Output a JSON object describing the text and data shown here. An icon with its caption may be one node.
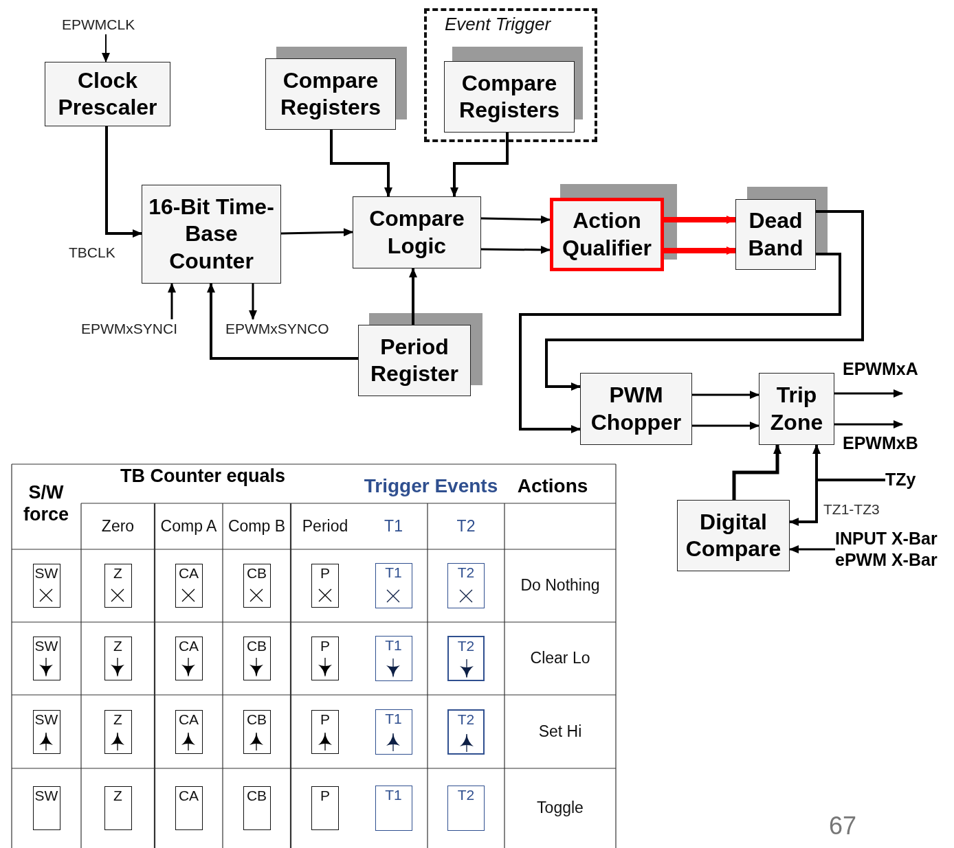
{
  "diagram": {
    "nodes": [
      {
        "text": [
          "EPWMCLK"
        ]
      },
      {
        "text": [
          "Clock Prescaler"
        ]
      },
      {
        "text": [
          "Compare Registers"
        ]
      },
      {
        "text": [
          "Event Trigger"
        ]
      },
      {
        "text": [
          "Compare Registers"
        ],
        "in": 3
      },
      {
        "text": [
          "16-Bit Time-Base Counter"
        ]
      },
      {
        "text": [
          "Compare Logic"
        ]
      },
      {
        "text": [
          "Action Qualifier"
        ]
      },
      {
        "text": [
          "Dead Band"
        ]
      },
      {
        "text": [
          "EPWMxSYNCI"
        ]
      },
      {
        "text": [
          "EPWMxSYNCO"
        ]
      },
      {
        "text": [
          "Period Register"
        ]
      },
      {
        "text": [
          "PWM Chopper"
        ]
      },
      {
        "text": [
          "Trip Zone"
        ]
      },
      {
        "text": [
          "EPWMxA"
        ]
      },
      {
        "text": [
          "EPWMxB"
        ]
      },
      {
        "text": [
          "TZy"
        ]
      },
      {
        "text": [
          "Digital Compare"
        ]
      },
      {
        "text": [
          "INPUT X-Bar ePWM X-Bar"
        ]
      }
    ],
    "edges": [
      {
        "from": 0,
        "to": 1,
        "arrow": "to"
      },
      {
        "from": 1,
        "to": 5,
        "arrow": "to",
        "label": "TBCLK"
      },
      {
        "from": 2,
        "to": 6,
        "arrow": "to"
      },
      {
        "from": 4,
        "to": 6,
        "arrow": "to"
      },
      {
        "from": 5,
        "to": 6,
        "arrow": "to"
      },
      {
        "from": 6,
        "to": 7,
        "arrow": "to"
      },
      {
        "from": 6,
        "to": 7,
        "arrow": "to"
      },
      {
        "from": 7,
        "to": 8,
        "arrow": "to",
        "style": "thick",
        "color": "#ff0000"
      },
      {
        "from": 7,
        "to": 8,
        "arrow": "to",
        "style": "thick",
        "color": "#ff0000"
      },
      {
        "from": 8,
        "to": 12,
        "arrow": "to"
      },
      {
        "from": 8,
        "to": 12,
        "arrow": "to"
      },
      {
        "from": 9,
        "to": 5,
        "arrow": "to"
      },
      {
        "from": 5,
        "to": 10,
        "arrow": "to"
      },
      {
        "from": 11,
        "to": 5,
        "arrow": "to"
      },
      {
        "from": 11,
        "to": 6,
        "arrow": "to"
      },
      {
        "from": 12,
        "to": 13,
        "arrow": "to"
      },
      {
        "from": 12,
        "to": 13,
        "arrow": "to"
      },
      {
        "from": 13,
        "to": 14,
        "arrow": "to"
      },
      {
        "from": 13,
        "to": 15,
        "arrow": "to"
      },
      {
        "from": 17,
        "to": 13,
        "arrow": "to"
      },
      {
        "from": 16,
        "to": 13,
        "arrow": "to"
      },
      {
        "from": 16,
        "to": 17,
        "arrow": "to",
        "label": "TZ1-TZ3"
      },
      {
        "from": 18,
        "to": 17,
        "arrow": "to"
      }
    ],
    "labels": [
      "S/W force",
      "TB Counter equals",
      "Trigger Events",
      "Actions",
      "Zero",
      "Comp A",
      "Comp B",
      "Period",
      "T1",
      "T2",
      "SW",
      "Z",
      "CA",
      "CB",
      "P",
      "T1",
      "T2",
      "Do Nothing",
      "SW",
      "Z",
      "CA",
      "CB",
      "P",
      "T1",
      "T2",
      "Clear Lo",
      "SW",
      "Z",
      "CA",
      "CB",
      "P",
      "T1",
      "T2",
      "Set Hi",
      "SW",
      "Z",
      "CA",
      "CB",
      "P",
      "T1",
      "T2",
      "Toggle",
      "67"
    ]
  }
}
